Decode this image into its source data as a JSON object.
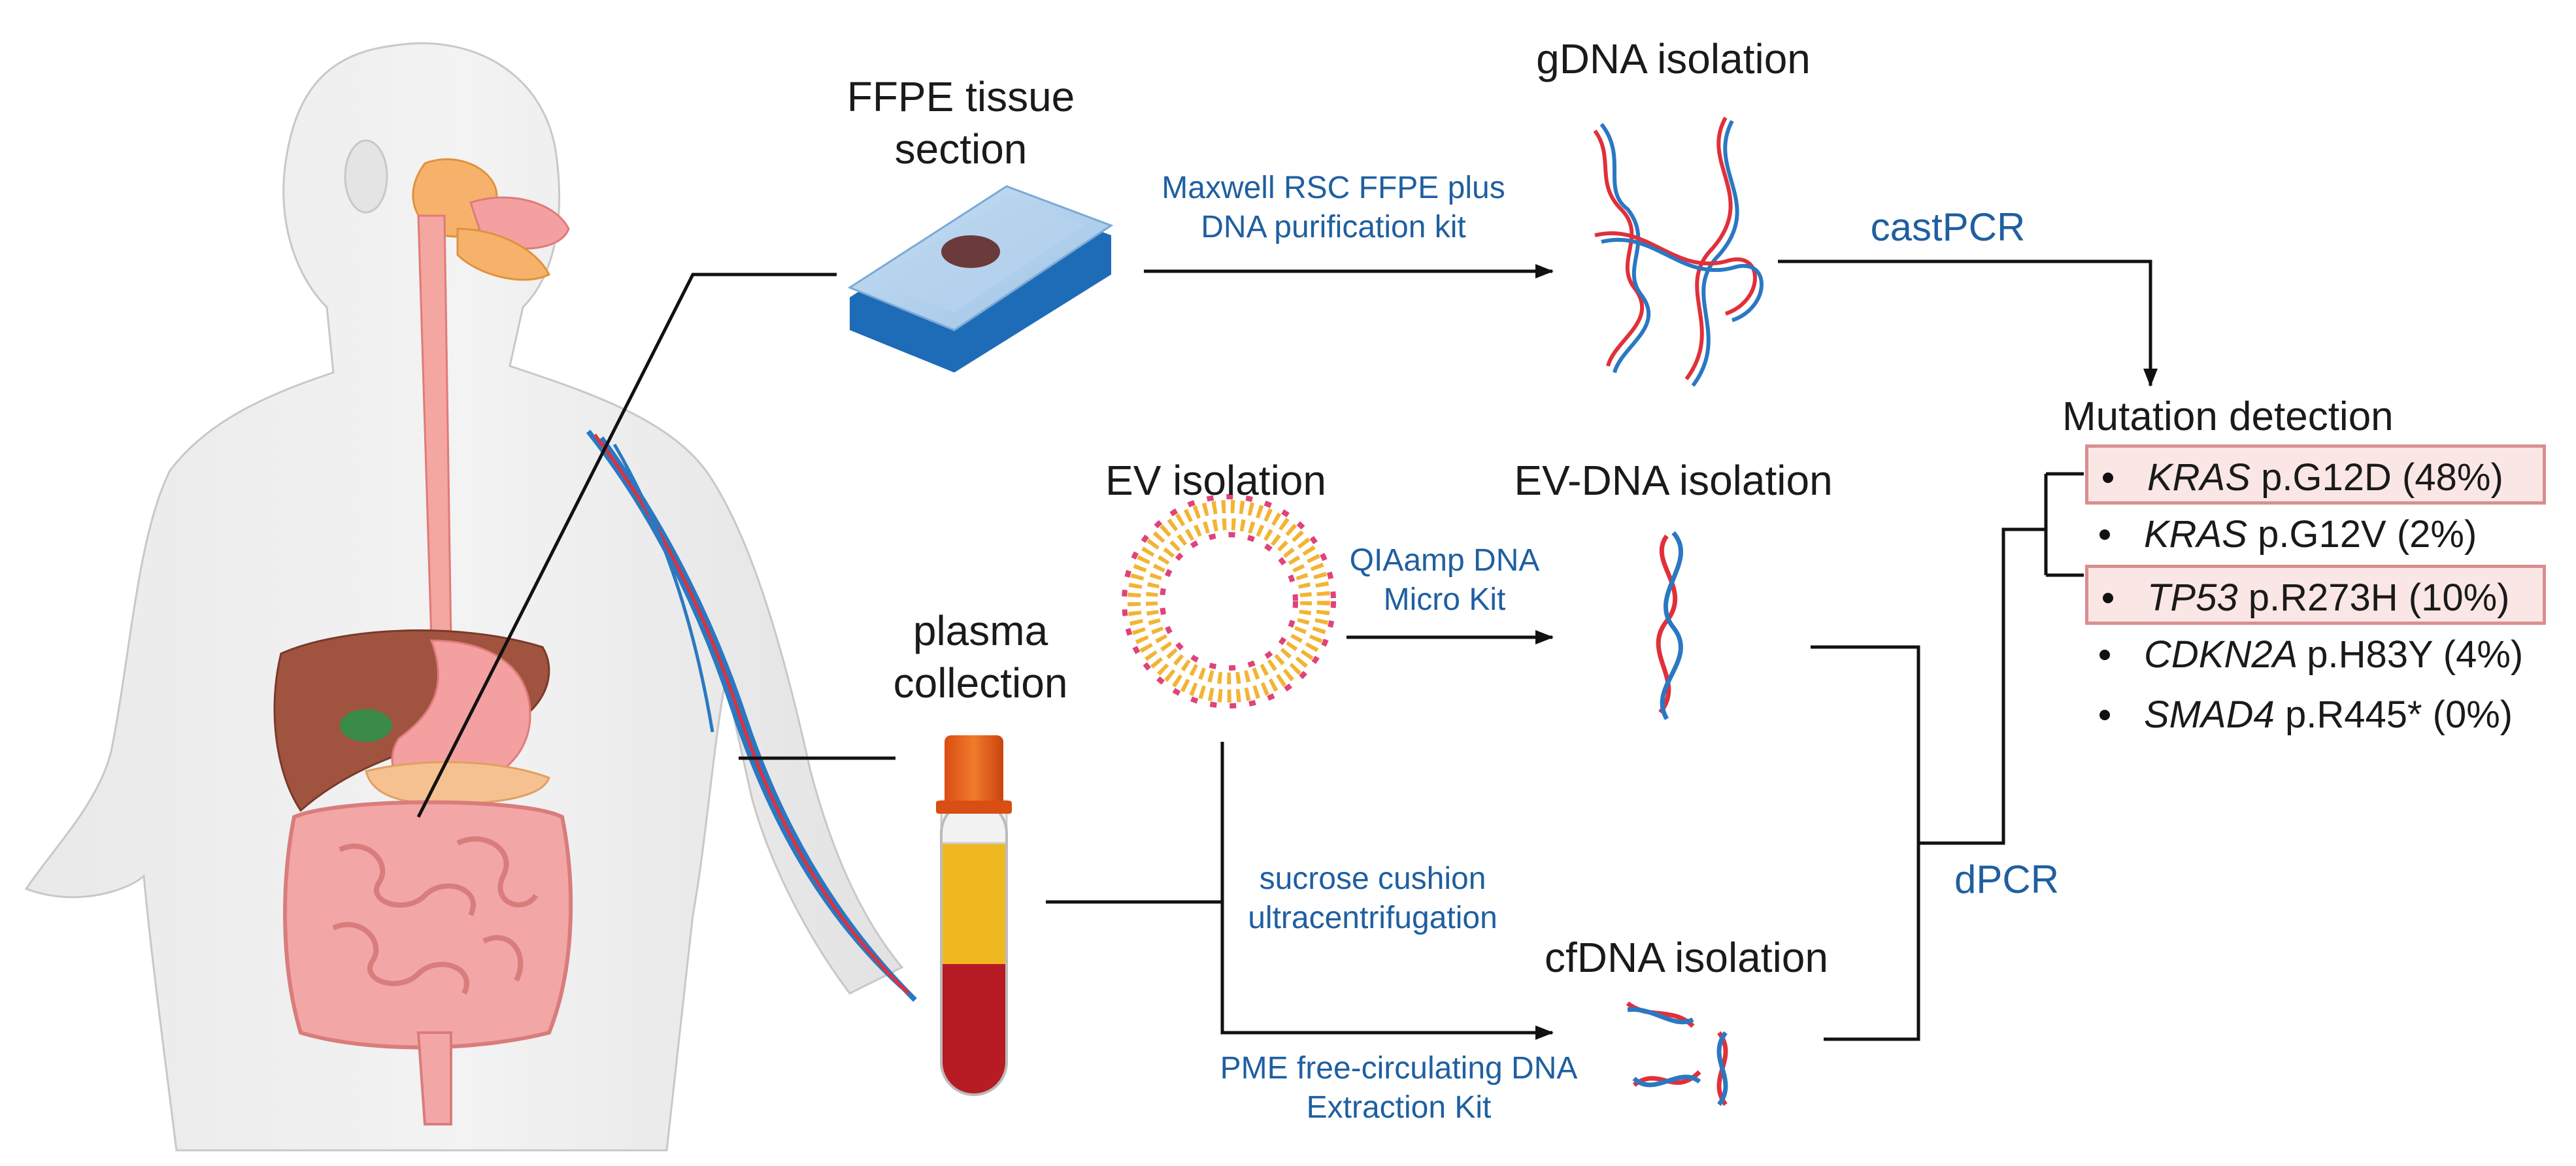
{
  "labels": {
    "ffpe": [
      "FFPE tissue",
      "section"
    ],
    "gdna": "gDNA isolation",
    "ev": "EV isolation",
    "evdna": "EV-DNA isolation",
    "plasma": [
      "plasma",
      "collection"
    ],
    "cfdna": "cfDNA isolation",
    "mutation_title": "Mutation detection"
  },
  "methods": {
    "maxwell": [
      "Maxwell RSC FFPE plus",
      "DNA purification kit"
    ],
    "qiaamp": [
      "QIAamp DNA",
      "Micro Kit"
    ],
    "sucrose": [
      "sucrose cushion",
      "ultracentrifugation"
    ],
    "pme": [
      "PME free-circulating DNA",
      "Extraction Kit"
    ],
    "castpcr": "castPCR",
    "dpcr": "dPCR"
  },
  "mutations": [
    {
      "gene": "KRAS",
      "change": "p.G12D (48%)",
      "highlighted": true
    },
    {
      "gene": "KRAS",
      "change": "p.G12V (2%)",
      "highlighted": false
    },
    {
      "gene": "TP53",
      "change": "p.R273H (10%)",
      "highlighted": true
    },
    {
      "gene": "CDKN2A",
      "change": "p.H83Y (4%)",
      "highlighted": false
    },
    {
      "gene": "SMAD4",
      "change": "p.R445* (0%)",
      "highlighted": false
    }
  ],
  "colors": {
    "accent_text": "#1f5fa0",
    "dna_red": "#e0303a",
    "dna_blue": "#2a78c2",
    "highlight_fill": "#fbe6e6",
    "highlight_border": "#d98f8f"
  }
}
